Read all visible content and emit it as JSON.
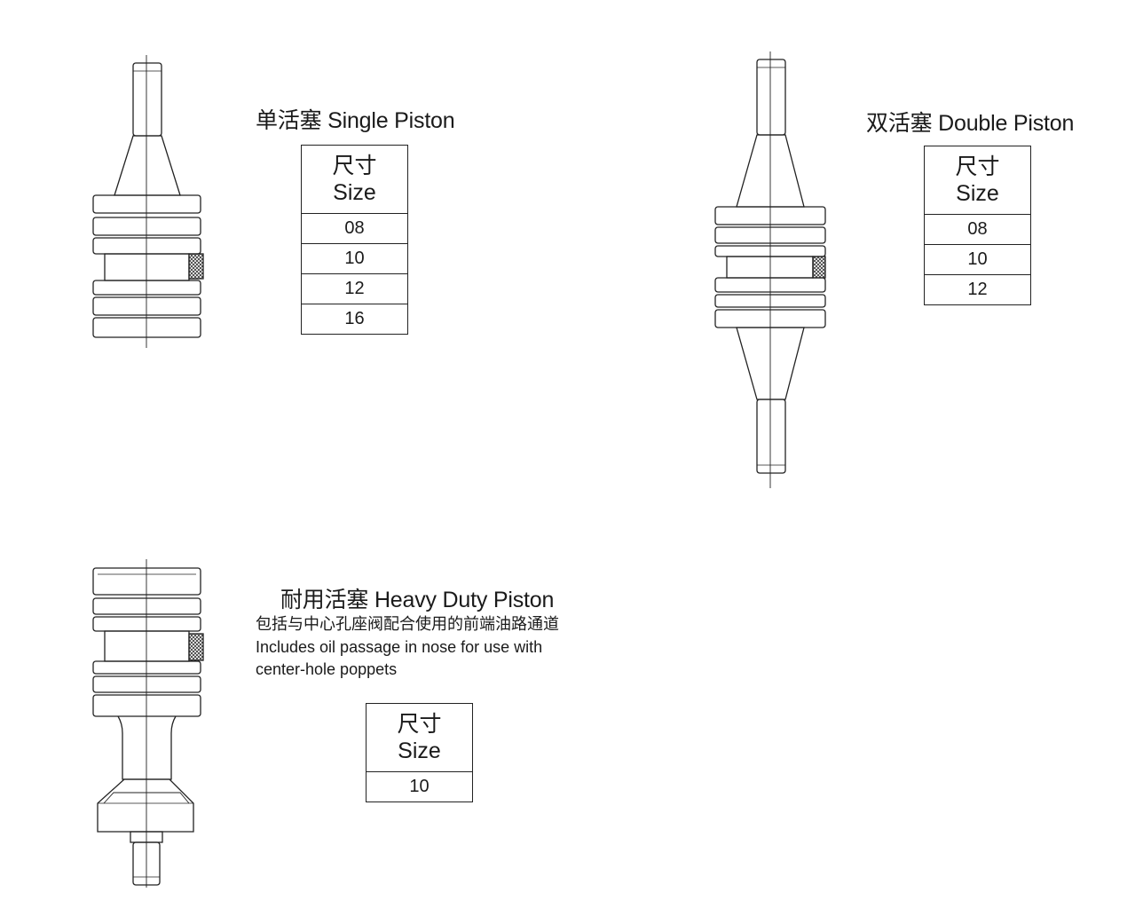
{
  "single": {
    "title": "单活塞  Single Piston",
    "header_cn": "尺寸",
    "header_en": "Size",
    "sizes": [
      "08",
      "10",
      "12",
      "16"
    ]
  },
  "double": {
    "title": "双活塞  Double Piston",
    "header_cn": "尺寸",
    "header_en": "Size",
    "sizes": [
      "08",
      "10",
      "12"
    ]
  },
  "heavy": {
    "title": "耐用活塞  Heavy Duty Piston",
    "note_cn": "包括与中心孔座阀配合使用的前端油路通道",
    "note_en_1": "Includes oil passage in nose for use with",
    "note_en_2": "center-hole poppets",
    "header_cn": "尺寸",
    "header_en": "Size",
    "sizes": [
      "10"
    ]
  }
}
